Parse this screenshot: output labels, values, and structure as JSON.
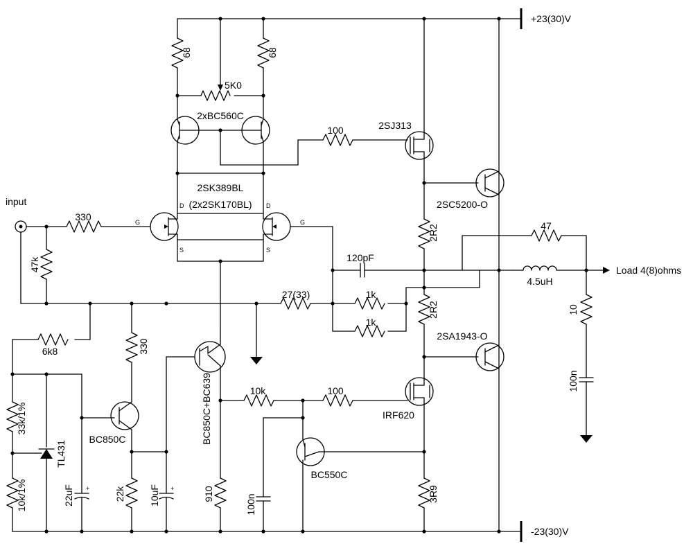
{
  "rails": {
    "positive": "+23(30)V",
    "negative": "-23(30)V"
  },
  "input": {
    "label": "input",
    "r_series": "330",
    "r_shunt": "47k"
  },
  "output": {
    "label": "Load 4(8)ohms",
    "inductor": "4.5uH",
    "zobel_r": "10",
    "zobel_c": "100n"
  },
  "diff_pair": {
    "part": "2SK389BL",
    "part_alt": "(2x2SK170BL)",
    "pin_d": "D",
    "pin_s": "S",
    "pin_g": "G"
  },
  "current_mirror": {
    "part": "2xBC560C",
    "r_left": "68",
    "r_right": "68",
    "trim": "5K0"
  },
  "vas": {
    "gate_r": "100",
    "p_mosfet": "2SJ313",
    "n_mosfet": "IRF620",
    "n_gate_r": "100",
    "n_series_r": "10k"
  },
  "output_stage": {
    "npn": "2SC5200-O",
    "pnp": "2SA1943-O",
    "emitter_r_top": "2R2",
    "emitter_r_bot": "2R2",
    "feedback_r": "47",
    "comp_c": "120pF",
    "fb_r1": "1k",
    "fb_r2": "1k",
    "fb_series": "27(33)"
  },
  "ccs": {
    "pair": "BC850C+BC639",
    "emitter_r": "910"
  },
  "ref": {
    "r1": "6k8",
    "r_base": "330",
    "transistor": "BC850C",
    "r_top": "33k/1%",
    "r_bot": "10k/1%",
    "shunt": "TL431",
    "cap1": "22uF",
    "cap2": "10uF",
    "r_22k": "22k"
  },
  "limiter": {
    "transistor": "BC550C",
    "cap": "100n",
    "sense_r": "3R9"
  }
}
